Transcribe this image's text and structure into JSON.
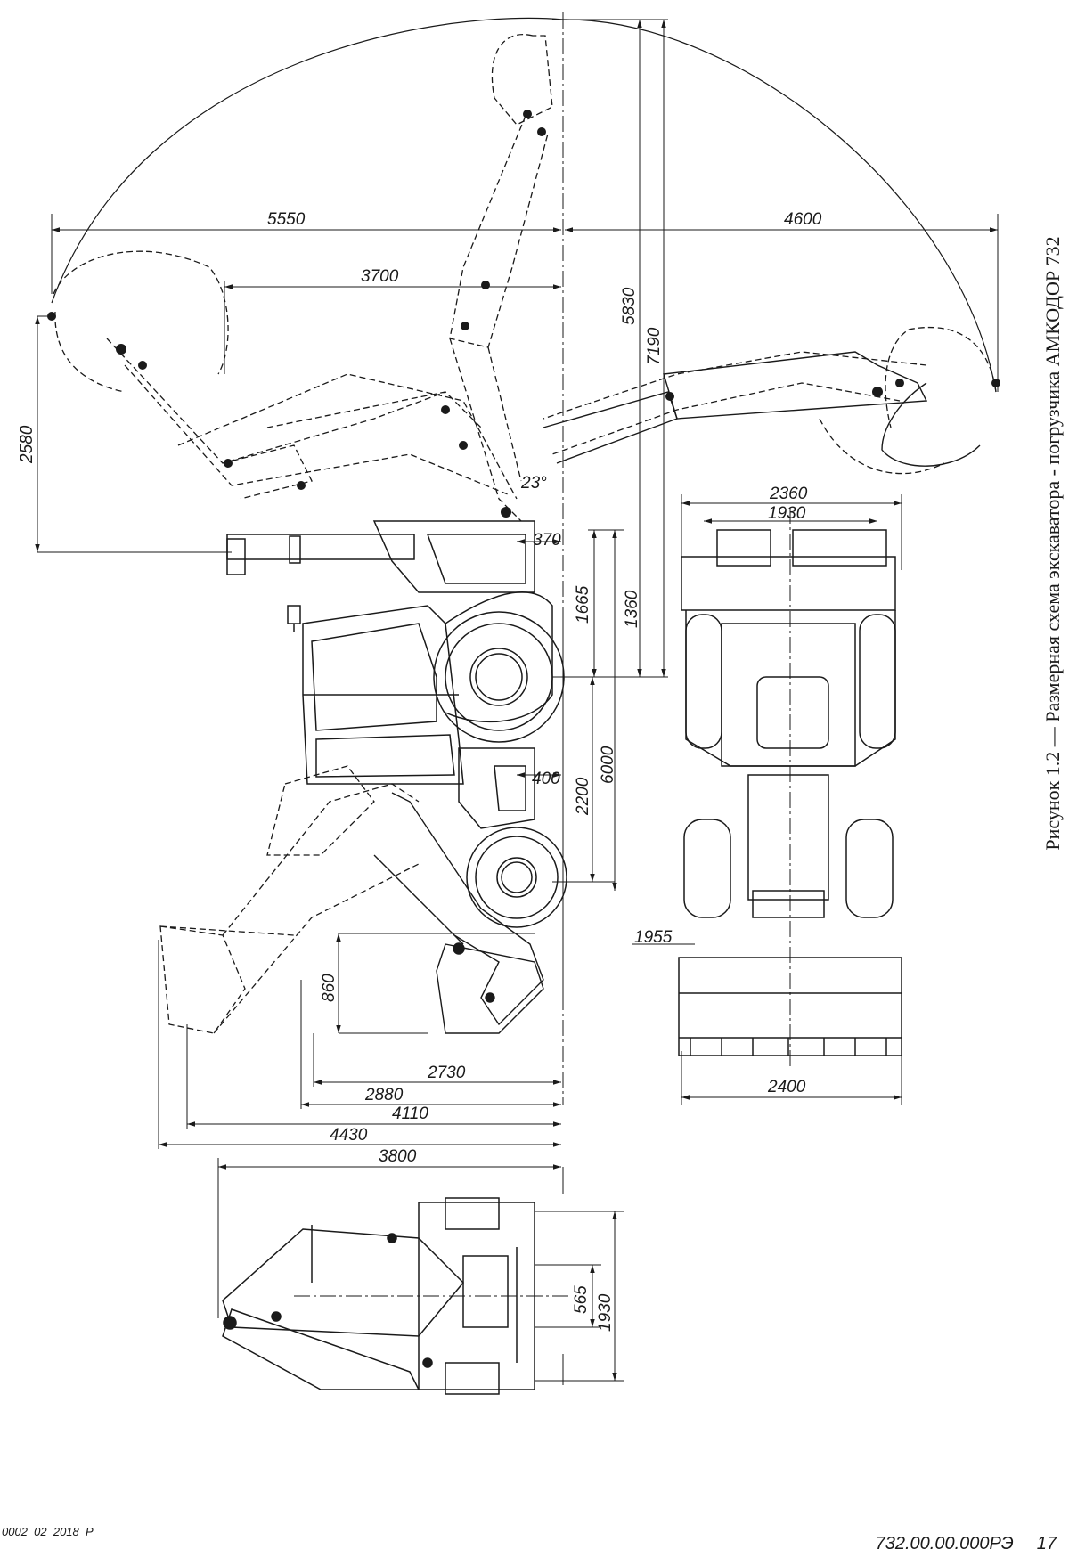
{
  "caption": "Рисунок 1.2 — Размерная схема экскаватора - погрузчика АМКОДОР 732",
  "footer": {
    "code_left": "0002_02_2018_P",
    "doc_number": "732.00.00.000РЭ",
    "page_number": "17"
  },
  "dimensions": {
    "d5550": "5550",
    "d4600": "4600",
    "d3700": "3700",
    "d5830": "5830",
    "d7190": "7190",
    "d2580": "2580",
    "d23": "23°",
    "d370": "370",
    "d1665": "1665",
    "d1360": "1360",
    "d2360": "2360",
    "d1930top": "1930",
    "d400": "400",
    "d2200": "2200",
    "d6000": "6000",
    "d1955": "1955",
    "d860": "860",
    "d2730": "2730",
    "d2880": "2880",
    "d4110": "4110",
    "d4430": "4430",
    "d2400": "2400",
    "d3800": "3800",
    "d565": "565",
    "d1930bottom": "1930"
  }
}
